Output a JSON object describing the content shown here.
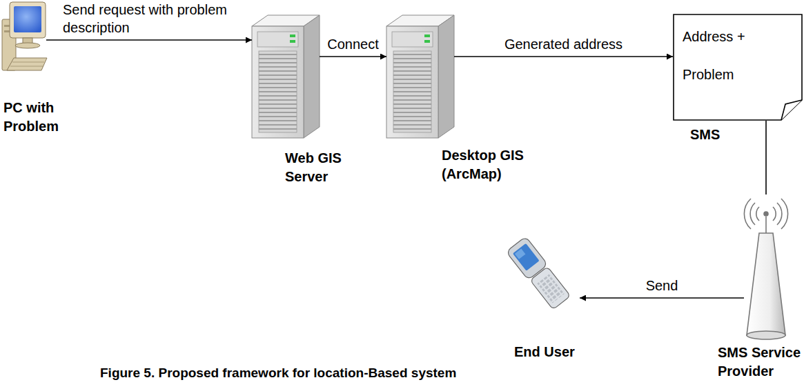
{
  "diagram": {
    "caption": "Figure 5. Proposed framework for location-Based system",
    "nodes": [
      {
        "text": [
          "PC with Problem"
        ]
      },
      {
        "text": [
          "Web GIS Server"
        ]
      },
      {
        "text": [
          "Desktop GIS (ArcMap)"
        ]
      },
      {
        "text": [
          "Address + Problem",
          "SMS"
        ]
      },
      {
        "text": [
          "SMS Service Provider"
        ]
      },
      {
        "text": [
          "End User"
        ]
      }
    ],
    "edges": [
      {
        "from": 0,
        "to": 1,
        "arrow": "to",
        "label": "Send request with problem description"
      },
      {
        "from": 1,
        "to": 2,
        "arrow": "to",
        "label": "Connect"
      },
      {
        "from": 2,
        "to": 3,
        "arrow": "to",
        "label": "Generated address"
      },
      {
        "from": 3,
        "to": 4,
        "arrow": "none"
      },
      {
        "from": 4,
        "to": 5,
        "arrow": "to",
        "label": "Send"
      }
    ]
  }
}
